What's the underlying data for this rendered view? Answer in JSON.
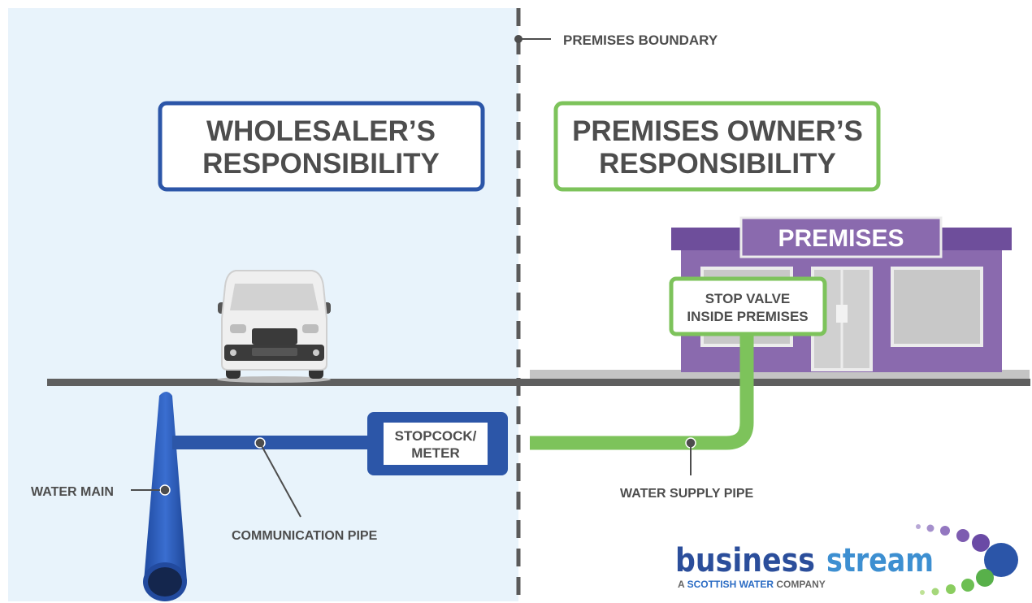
{
  "boundary": {
    "label": "PREMISES BOUNDARY"
  },
  "wholesaler": {
    "line1": "WHOLESALER’S",
    "line2": "RESPONSIBILITY"
  },
  "owner": {
    "line1": "PREMISES OWNER’S",
    "line2": "RESPONSIBILITY"
  },
  "premises": {
    "sign": "PREMISES"
  },
  "stop_valve": {
    "line1": "STOP VALVE",
    "line2": "INSIDE PREMISES"
  },
  "stopcock": {
    "line1": "STOPCOCK/",
    "line2": "METER"
  },
  "labels": {
    "water_main": "WATER MAIN",
    "communication_pipe": "COMMUNICATION PIPE",
    "water_supply_pipe": "WATER SUPPLY PIPE"
  },
  "logo": {
    "word1": "business",
    "word2": "stream",
    "tag_prefix": "A ",
    "tag_brand": "SCOTTISH WATER",
    "tag_suffix": " COMPANY"
  },
  "colors": {
    "wholesaler_blue": "#2c56a8",
    "owner_green": "#7dc35b",
    "premises_purple": "#8a6aae",
    "premises_dark_purple": "#6e4e9b",
    "text_grey": "#4d4d4d",
    "zone_bg": "#e8f3fb"
  },
  "icons": [
    "van-icon",
    "shop-icon",
    "logo-dots-icon"
  ]
}
